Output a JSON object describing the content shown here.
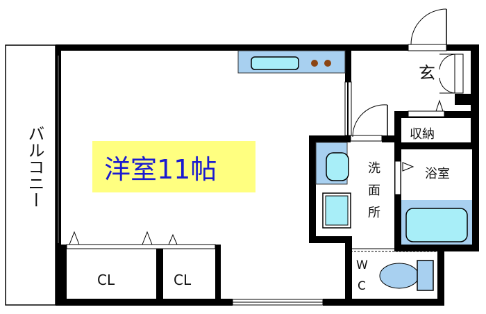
{
  "rooms": {
    "western_room": "洋室11帖",
    "balcony": "バルコニー",
    "entrance": "玄",
    "storage": "収納",
    "bathroom": "浴室",
    "washroom": [
      "洗",
      "面",
      "所"
    ],
    "wc": [
      "W",
      "C"
    ],
    "closet_1": "CL",
    "closet_2": "CL"
  },
  "colors": {
    "wall": "#000000",
    "fixture": "#a8d0f0",
    "fixture_inner": "#a8eef8",
    "label_bg": "#ffff80",
    "label_text": "#1a1ad0",
    "burner": "#8b4513"
  }
}
